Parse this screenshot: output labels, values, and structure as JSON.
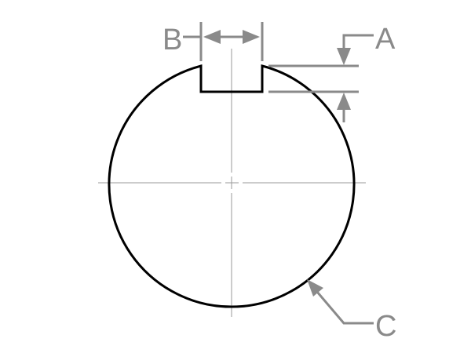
{
  "labels": {
    "a": "A",
    "b": "B",
    "c": "C"
  },
  "colors": {
    "outline": "#000000",
    "dimension": "#8a8a8a",
    "centerline": "#9a9a9a",
    "background": "#ffffff"
  }
}
